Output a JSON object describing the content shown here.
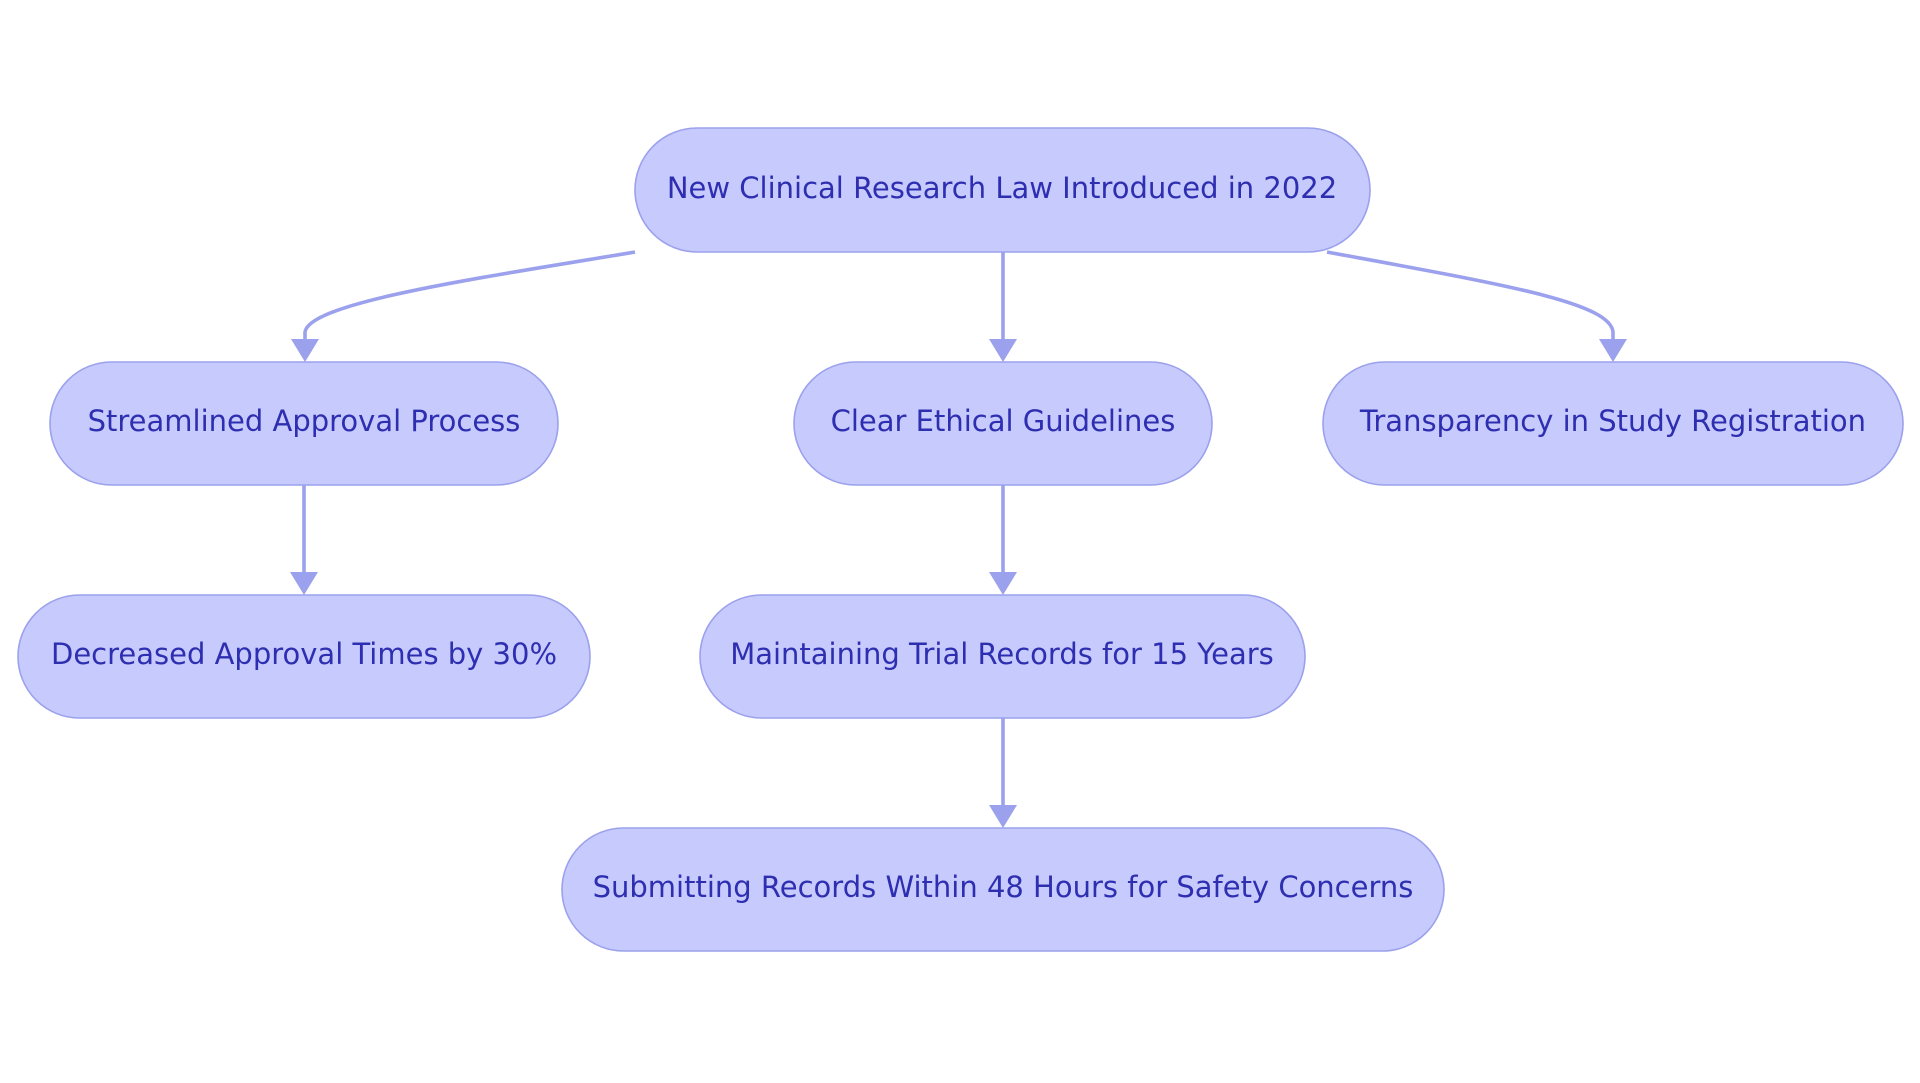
{
  "colors": {
    "node_fill": "#c7cafd",
    "node_border": "#9ba1ec",
    "node_text": "#2e2eb0",
    "edge": "#9ba1ec"
  },
  "nodes": {
    "root": {
      "label": "New Clinical Research Law Introduced in 2022"
    },
    "approval": {
      "label": "Streamlined Approval Process"
    },
    "ethics": {
      "label": "Clear Ethical Guidelines"
    },
    "transparency": {
      "label": "Transparency in Study Registration"
    },
    "approval_times": {
      "label": "Decreased Approval Times by 30%"
    },
    "trial_records": {
      "label": "Maintaining Trial Records for 15 Years"
    },
    "safety_records": {
      "label": "Submitting Records Within 48 Hours for Safety Concerns"
    }
  },
  "edges": [
    {
      "from": "root",
      "to": "approval"
    },
    {
      "from": "root",
      "to": "ethics"
    },
    {
      "from": "root",
      "to": "transparency"
    },
    {
      "from": "approval",
      "to": "approval_times"
    },
    {
      "from": "ethics",
      "to": "trial_records"
    },
    {
      "from": "trial_records",
      "to": "safety_records"
    }
  ]
}
